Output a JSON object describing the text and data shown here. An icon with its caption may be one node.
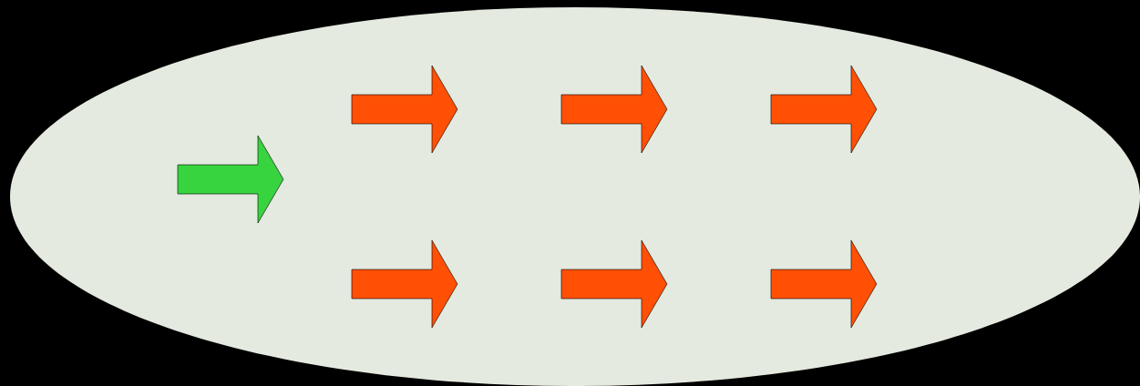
{
  "diagram": {
    "nodes": [
      {
        "text": [],
        "shape": "ellipse"
      },
      {
        "text": [],
        "shape": "arrow",
        "in": 0
      },
      {
        "text": [],
        "shape": "arrow",
        "in": 0
      },
      {
        "text": [],
        "shape": "arrow",
        "in": 0
      },
      {
        "text": [],
        "shape": "arrow",
        "in": 0
      },
      {
        "text": [],
        "shape": "arrow",
        "in": 0
      },
      {
        "text": [],
        "shape": "arrow",
        "in": 0
      },
      {
        "text": [],
        "shape": "arrow",
        "in": 0
      }
    ]
  }
}
